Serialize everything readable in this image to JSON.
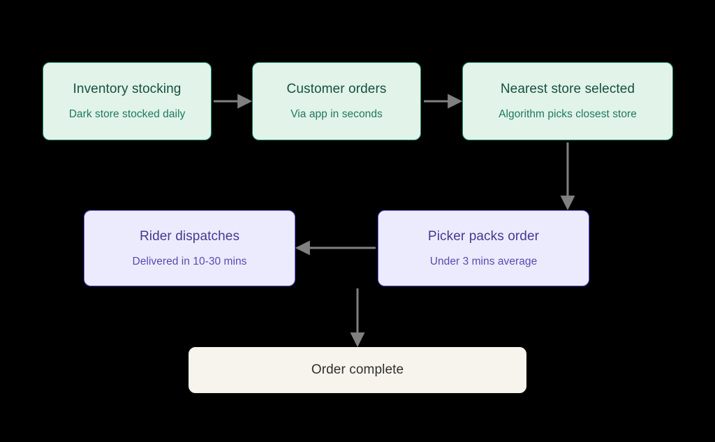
{
  "diagram": {
    "type": "flowchart",
    "background": "#000000",
    "nodes": [
      {
        "id": "inventory",
        "title": "Inventory stocking",
        "subtitle": "Dark store stocked daily",
        "style": "green",
        "fill": "#e2f3ea",
        "border": "#1f8a6d"
      },
      {
        "id": "orders",
        "title": "Customer orders",
        "subtitle": "Via app in seconds",
        "style": "green",
        "fill": "#e2f3ea",
        "border": "#1f8a6d"
      },
      {
        "id": "nearest",
        "title": "Nearest store selected",
        "subtitle": "Algorithm picks closest store",
        "style": "green",
        "fill": "#e2f3ea",
        "border": "#1f8a6d"
      },
      {
        "id": "picker",
        "title": "Picker packs order",
        "subtitle": "Under 3 mins average",
        "style": "purple",
        "fill": "#ecebfd",
        "border": "#6c5ce7"
      },
      {
        "id": "rider",
        "title": "Rider dispatches",
        "subtitle": "Delivered in 10-30 mins",
        "style": "purple",
        "fill": "#ecebfd",
        "border": "#6c5ce7"
      },
      {
        "id": "complete",
        "title": "Order complete",
        "subtitle": "",
        "style": "cream",
        "fill": "#f6f4ed",
        "border": "#f0eee6"
      }
    ],
    "edges": [
      {
        "id": "inventory-to-orders",
        "from": "inventory",
        "to": "orders",
        "direction": "right",
        "label": ""
      },
      {
        "id": "orders-to-nearest",
        "from": "orders",
        "to": "nearest",
        "direction": "right",
        "label": ""
      },
      {
        "id": "nearest-to-picker",
        "from": "nearest",
        "to": "picker",
        "direction": "down",
        "label": ""
      },
      {
        "id": "picker-to-rider",
        "from": "picker",
        "to": "rider",
        "direction": "left",
        "label": ""
      },
      {
        "id": "picker-to-complete",
        "from": "picker",
        "to": "complete",
        "direction": "down",
        "label": ""
      }
    ],
    "edge_color": "#808080"
  }
}
